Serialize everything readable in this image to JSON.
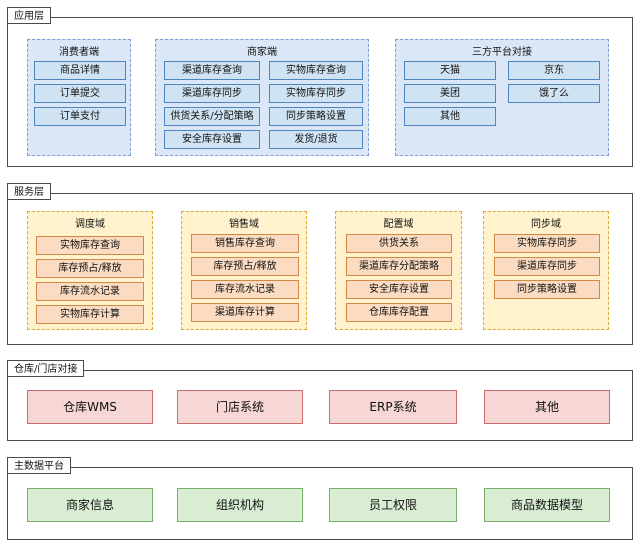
{
  "layers": [
    {
      "title": "应用层",
      "panels": [
        {
          "title": "消费者端",
          "items": [
            "商品详情",
            "订单提交",
            "订单支付"
          ]
        },
        {
          "title": "商家端",
          "items": [
            "渠道库存查询",
            "实物库存查询",
            "渠道库存同步",
            "实物库存同步",
            "供货关系/分配策略",
            "同步策略设置",
            "安全库存设置",
            "发货/退货"
          ]
        },
        {
          "title": "三方平台对接",
          "items": [
            "天猫",
            "京东",
            "美团",
            "饿了么",
            "其他"
          ]
        }
      ]
    },
    {
      "title": "服务层",
      "panels": [
        {
          "title": "调度域",
          "items": [
            "实物库存查询",
            "库存预占/释放",
            "库存流水记录",
            "实物库存计算"
          ]
        },
        {
          "title": "销售域",
          "items": [
            "销售库存查询",
            "库存预占/释放",
            "库存流水记录",
            "渠道库存计算"
          ]
        },
        {
          "title": "配置域",
          "items": [
            "供货关系",
            "渠道库存分配策略",
            "安全库存设置",
            "仓库库存配置"
          ]
        },
        {
          "title": "同步域",
          "items": [
            "实物库存同步",
            "渠道库存同步",
            "同步策略设置"
          ]
        }
      ]
    },
    {
      "title": "仓库/门店对接",
      "items": [
        "仓库WMS",
        "门店系统",
        "ERP系统",
        "其他"
      ]
    },
    {
      "title": "主数据平台",
      "items": [
        "商家信息",
        "组织机构",
        "员工权限",
        "商品数据模型"
      ]
    }
  ]
}
